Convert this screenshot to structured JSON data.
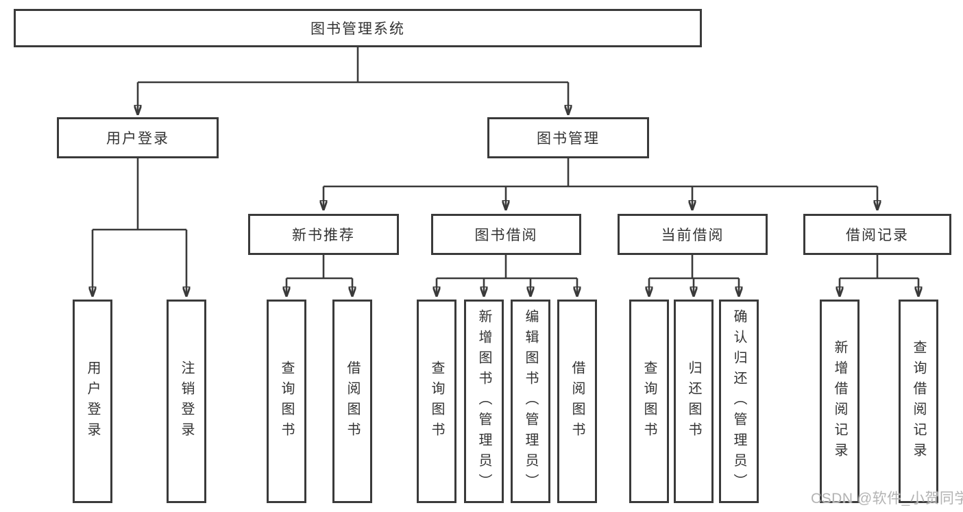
{
  "colors": {
    "line": "#3a3a3a",
    "box_border": "#3a3a3a",
    "text": "#333333",
    "background": "#ffffff",
    "watermark": "#b3b3b3"
  },
  "tree": {
    "root": "图书管理系统",
    "branches": [
      {
        "label": "用户登录",
        "children": [
          "用户登录",
          "注销登录"
        ]
      },
      {
        "label": "图书管理",
        "sections": [
          {
            "label": "新书推荐",
            "children": [
              "查询图书",
              "借阅图书"
            ]
          },
          {
            "label": "图书借阅",
            "children": [
              "查询图书",
              "新增图书（管理员）",
              "编辑图书（管理员）",
              "借阅图书"
            ]
          },
          {
            "label": "当前借阅",
            "children": [
              "查询图书",
              "归还图书",
              "确认归还（管理员）"
            ]
          },
          {
            "label": "借阅记录",
            "children": [
              "新增借阅记录",
              "查询借阅记录"
            ]
          }
        ]
      }
    ]
  },
  "watermark": "CSDN @软件_小贺同学"
}
